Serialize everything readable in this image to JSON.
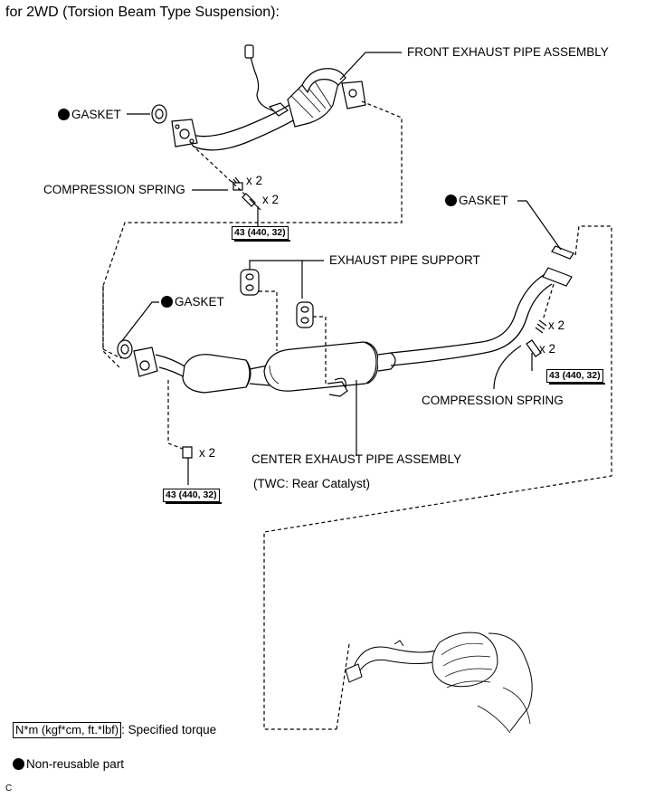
{
  "title": "for 2WD (Torsion Beam Type Suspension):",
  "labels": {
    "front_exhaust_pipe": "FRONT EXHAUST PIPE ASSEMBLY",
    "gasket": "GASKET",
    "compression_spring": "COMPRESSION SPRING",
    "exhaust_pipe_support": "EXHAUST PIPE SUPPORT",
    "center_exhaust_pipe": "CENTER EXHAUST PIPE ASSEMBLY",
    "twc": "(TWC: Rear Catalyst)",
    "qty_x2": "x 2"
  },
  "torque": "43 (440, 32)",
  "legend": {
    "torque_unit": "N*m (kgf*cm, ft.*lbf)",
    "torque_desc": ": Specified torque",
    "non_reusable": "Non-reusable part"
  },
  "corner_mark": "C",
  "colors": {
    "ink": "#000000",
    "background": "#ffffff"
  }
}
